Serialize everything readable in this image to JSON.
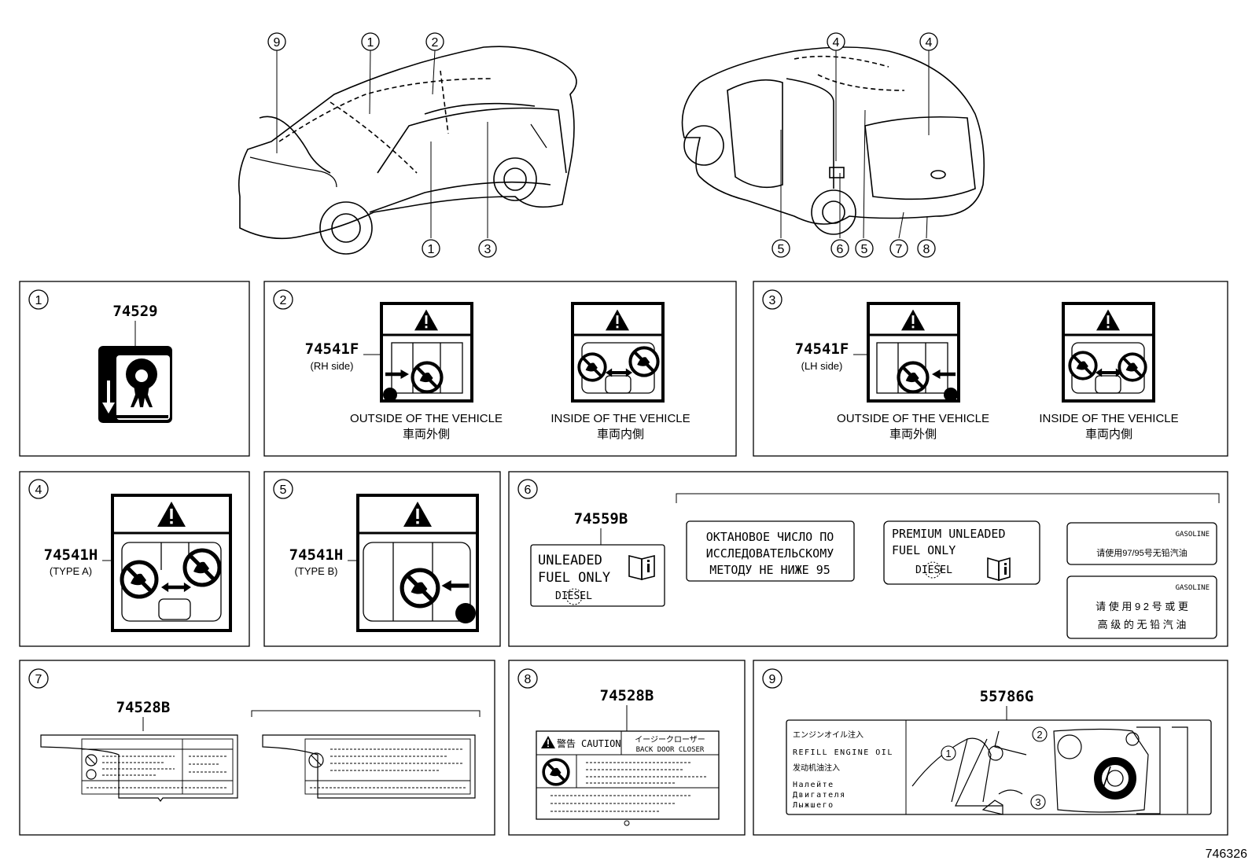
{
  "diagram_id": "746326",
  "overview": {
    "front_callouts": [
      "9",
      "1",
      "2",
      "1",
      "3"
    ],
    "rear_callouts": [
      "4",
      "4",
      "5",
      "6",
      "5",
      "7",
      "8"
    ]
  },
  "panels": {
    "p1": {
      "num": "1",
      "part": "74529"
    },
    "p2": {
      "num": "2",
      "part": "74541F",
      "note": "(RH side)",
      "outside_en": "OUTSIDE OF THE VEHICLE",
      "outside_jp": "車両外側",
      "inside_en": "INSIDE OF THE VEHICLE",
      "inside_jp": "車両内側"
    },
    "p3": {
      "num": "3",
      "part": "74541F",
      "note": "(LH side)",
      "outside_en": "OUTSIDE OF THE VEHICLE",
      "outside_jp": "車両外側",
      "inside_en": "INSIDE OF THE VEHICLE",
      "inside_jp": "車両内側"
    },
    "p4": {
      "num": "4",
      "part": "74541H",
      "note": "(TYPE A)"
    },
    "p5": {
      "num": "5",
      "part": "74541H",
      "note": "(TYPE B)"
    },
    "p6": {
      "num": "6",
      "part": "74559B",
      "label_a": [
        "UNLEADED",
        "FUEL ONLY",
        "DIESEL"
      ],
      "label_ru": [
        "ОКТАНОВОЕ ЧИСЛО ПО",
        "ИССЛЕДОВАТЕЛЬСКОМУ",
        "МЕТОДУ НЕ НИЖЕ 95"
      ],
      "label_b": [
        "PREMIUM UNLEADED",
        "FUEL ONLY",
        "DIESEL"
      ],
      "label_c": [
        "GASOLINE",
        "请使用97/95号无铅汽油"
      ],
      "label_d": [
        "GASOLINE",
        "请 使 用 9 2 号 或 更",
        "高 级 的 无 铅 汽 油"
      ]
    },
    "p7": {
      "num": "7",
      "part": "74528B"
    },
    "p8": {
      "num": "8",
      "part": "74528B",
      "warn_jp": "警告",
      "caution": "CAUTION",
      "kana": "イージークローザー",
      "back_door": "BACK DOOR CLOSER"
    },
    "p9": {
      "num": "9",
      "part": "55786G",
      "lines": [
        "エンジンオイル注入",
        "REFILL ENGINE OIL",
        "发动机油注入",
        "Налейте",
        "Двигателя",
        "Лыжшего"
      ],
      "callouts": [
        "1",
        "2",
        "3"
      ]
    }
  }
}
